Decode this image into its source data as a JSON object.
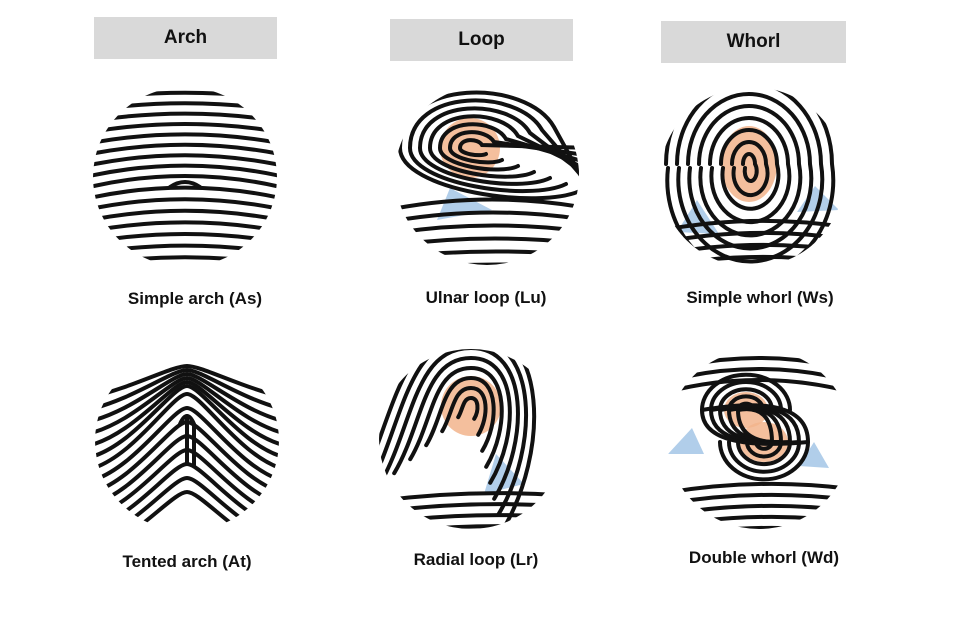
{
  "columns": [
    {
      "header": "Arch"
    },
    {
      "header": "Loop"
    },
    {
      "header": "Whorl"
    }
  ],
  "patterns": [
    {
      "caption": "Simple arch (As)",
      "kind": "simple-arch"
    },
    {
      "caption": "Ulnar loop (Lu)",
      "kind": "ulnar-loop"
    },
    {
      "caption": "Simple whorl (Ws)",
      "kind": "simple-whorl"
    },
    {
      "caption": "Tented arch (At)",
      "kind": "tented-arch"
    },
    {
      "caption": "Radial loop (Lr)",
      "kind": "radial-loop"
    },
    {
      "caption": "Double whorl (Wd)",
      "kind": "double-whorl"
    }
  ],
  "colors": {
    "core_highlight": "#f2b48c",
    "delta_highlight": "#a9c9e8",
    "ridge": "#111111",
    "header_bg": "#d9d9d9"
  }
}
